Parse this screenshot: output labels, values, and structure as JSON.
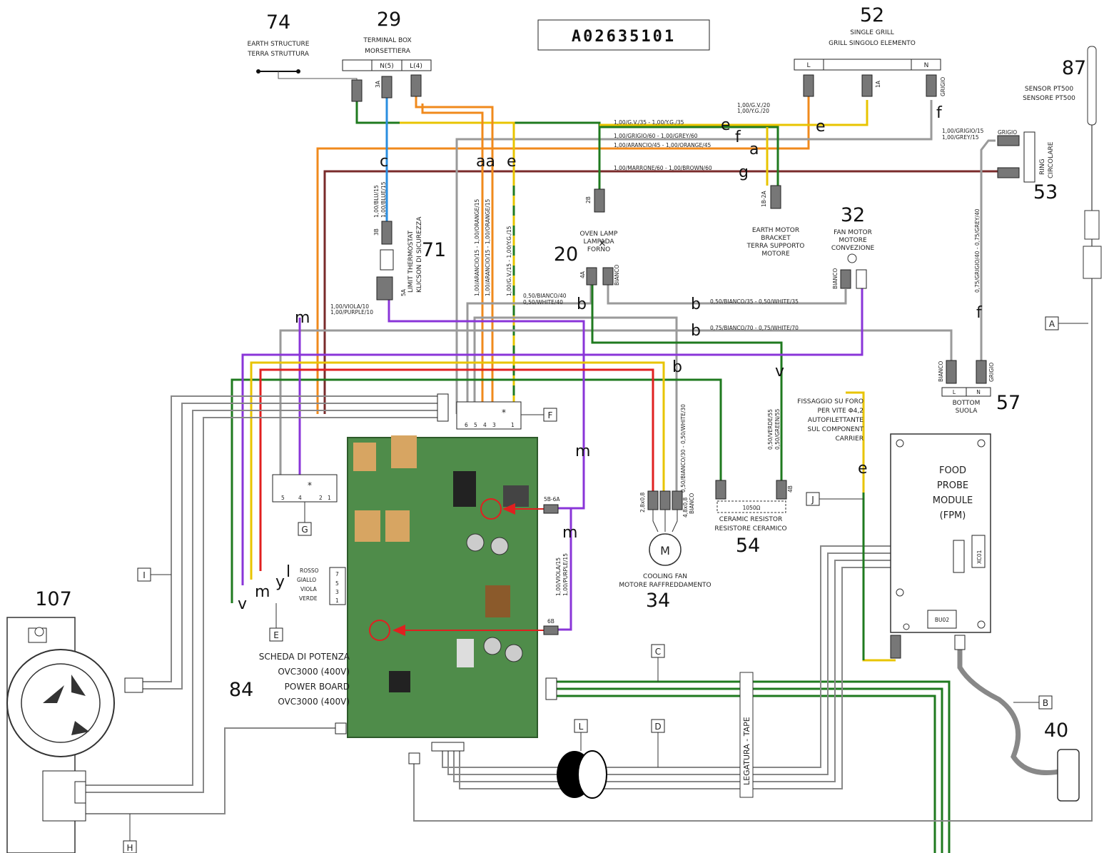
{
  "title": "A02635101",
  "components": {
    "earth_structure": {
      "num": "74",
      "line1": "EARTH STRUCTURE",
      "line2": "TERRA STRUTTURA"
    },
    "terminal_box": {
      "num": "29",
      "line1": "TERMINAL BOX",
      "line2": "MORSETTIERA",
      "pins": [
        "N(5)",
        "L(4)"
      ],
      "wire_labels": [
        "3A"
      ]
    },
    "single_grill": {
      "num": "52",
      "line1": "SINGLE GRILL",
      "line2": "GRILL SINGOLO ELEMENTO",
      "pins": [
        "L",
        "N"
      ],
      "tag": "1A",
      "wire_color": "GRIGIO"
    },
    "sensor": {
      "num": "87",
      "line1": "SENSOR PT500",
      "line2": "SENSORE PT500"
    },
    "ring": {
      "num": "53",
      "line1": "RING",
      "line2": "CIRCOLARE",
      "wire_color": "GRIGIO"
    },
    "limit_thermostat": {
      "num": "71",
      "line1": "LIMIT THERMOSTAT",
      "line2": "KLICSON DI SICUREZZA",
      "tag_a": "3B",
      "tag_b": "5A"
    },
    "oven_lamp": {
      "num": "20",
      "line1": "OVEN LAMP",
      "line2": "LAMPADA",
      "line3": "FORNO",
      "tag": "2B",
      "tag_b": "4A",
      "wire_color": "BIANCO"
    },
    "earth_motor": {
      "line1": "EARTH MOTOR",
      "line2": "BRACKET",
      "line3": "TERRA SUPPORTO",
      "line4": "MOTORE",
      "tag": "1B-2A"
    },
    "fan_motor": {
      "num": "32",
      "line1": "FAN MOTOR",
      "line2": "MOTORE",
      "line3": "CONVEZIONE",
      "wire_color": "BIANCO"
    },
    "bottom": {
      "num": "57",
      "line1": "BOTTOM",
      "line2": "SUOLA",
      "pins": [
        "L",
        "N"
      ],
      "wire_left": "BIANCO",
      "wire_right": "GRIGIO"
    },
    "fixing_note": {
      "line1": "FISSAGGIO SU FORO",
      "line2": "PER VITE Φ4,2",
      "line3": "AUTOFILETTANTE",
      "line4": "SUL COMPONENT",
      "line5": "CARRIER"
    },
    "food_probe": {
      "line1": "FOOD",
      "line2": "PROBE",
      "line3": "MODULE",
      "line4": "(FPM)",
      "tag1": "XC01",
      "tag2": "BU02"
    },
    "cooling_fan": {
      "num": "34",
      "line1": "COOLING FAN",
      "line2": "MOTORE RAFFREDDAMENTO",
      "tag1": "2,8x0,8",
      "tag2": "4,8x0,8",
      "tag3": "BIANCO",
      "motor": "M"
    },
    "ceramic_resistor": {
      "num": "54",
      "line1": "CERAMIC RESISTOR",
      "line2": "RESISTORE CERAMICO",
      "value": "1050Ω",
      "tag": "4B"
    },
    "power_board": {
      "num": "84",
      "line1": "SCHEDA DI POTENZA",
      "line2": "OVC3000 (400V)",
      "line3": "POWER BOARD",
      "line4": "OVC3000 (400V)",
      "tag1": "5B-6A",
      "tag2": "6B"
    },
    "door_lock": {
      "num": "107"
    },
    "probe": {
      "num": "40"
    }
  },
  "wires": {
    "e_top": "1,00/G.V./35 - 1,00/Y.G./35",
    "e_right_1": "1,00/G.V./20",
    "e_right_2": "1,00/Y.G./20",
    "f_top": "1,00/GRIGIO/60 - 1,00/GREY/60",
    "a_top": "1,00/ARANCIO/45 - 1,00/ORANGE/45",
    "g_top": "1,00/MARRONE/60 - 1,00/BROWN/60",
    "ring_1": "1,00/GRIGIO/15",
    "ring_2": "1,00/GREY/15",
    "grey40": "0,75/GRIGIO/40 - 0,75/GREY/40",
    "blue_1": "1,00/BLU/15",
    "blue_2": "1,00/BLUE/15",
    "orange_1": "1,00/ARANCIO/15 - 1,00/ORANGE/15",
    "orange_2": "1,00/ARANCIO/15 - 1,00/ORANGE/15",
    "gv15": "1,00/G.V./15 - 1,00/Y.G./15",
    "viola10_1": "1,00/VIOLA/10",
    "viola10_2": "1,00/PURPLE/10",
    "bianco40_1": "0,50/BIANCO/40",
    "bianco40_2": "0,50/WHITE/40",
    "bianco35": "0,50/BIANCO/35 - 0,50/WHITE/35",
    "bianco70": "0,75/BIANCO/70 - 0,75/WHITE/70",
    "bianco30": "0,50/BIANCO/30 - 0,50/WHITE/30",
    "verde55_1": "0,50/VERDE/55",
    "verde55_2": "0,50/GREEN/55",
    "viola15_1": "1,00/VIOLA/15",
    "viola15_2": "1,00/PURPLE/15",
    "rosso": "ROSSO",
    "giallo": "GIALLO",
    "viola": "VIOLA",
    "verde": "VERDE"
  },
  "letters": {
    "a": "a",
    "b": "b",
    "c": "c",
    "e": "e",
    "f": "f",
    "g": "g",
    "m": "m",
    "v": "v",
    "y": "y",
    "l": "l",
    "aa": "aa"
  },
  "connectors": {
    "A": "A",
    "B": "B",
    "C": "C",
    "D": "D",
    "E": "E",
    "F": "F",
    "G": "G",
    "H": "H",
    "I": "I",
    "J": "J",
    "L": "L"
  },
  "pins": {
    "p1": "1",
    "p2": "2",
    "p3": "3",
    "p4": "4",
    "p5": "5",
    "p6": "6",
    "p7": "7",
    "star": "*"
  },
  "tape": "LEGATURA - TAPE",
  "colors": {
    "green": "#1f7a1f",
    "yellow": "#e8c400",
    "orange": "#f08a1c",
    "grey": "#9a9a9a",
    "brown": "#7a2b2b",
    "purple": "#8a35d8",
    "red": "#e02020",
    "blue": "#2a8ee0",
    "board": "#4f8c4a"
  }
}
